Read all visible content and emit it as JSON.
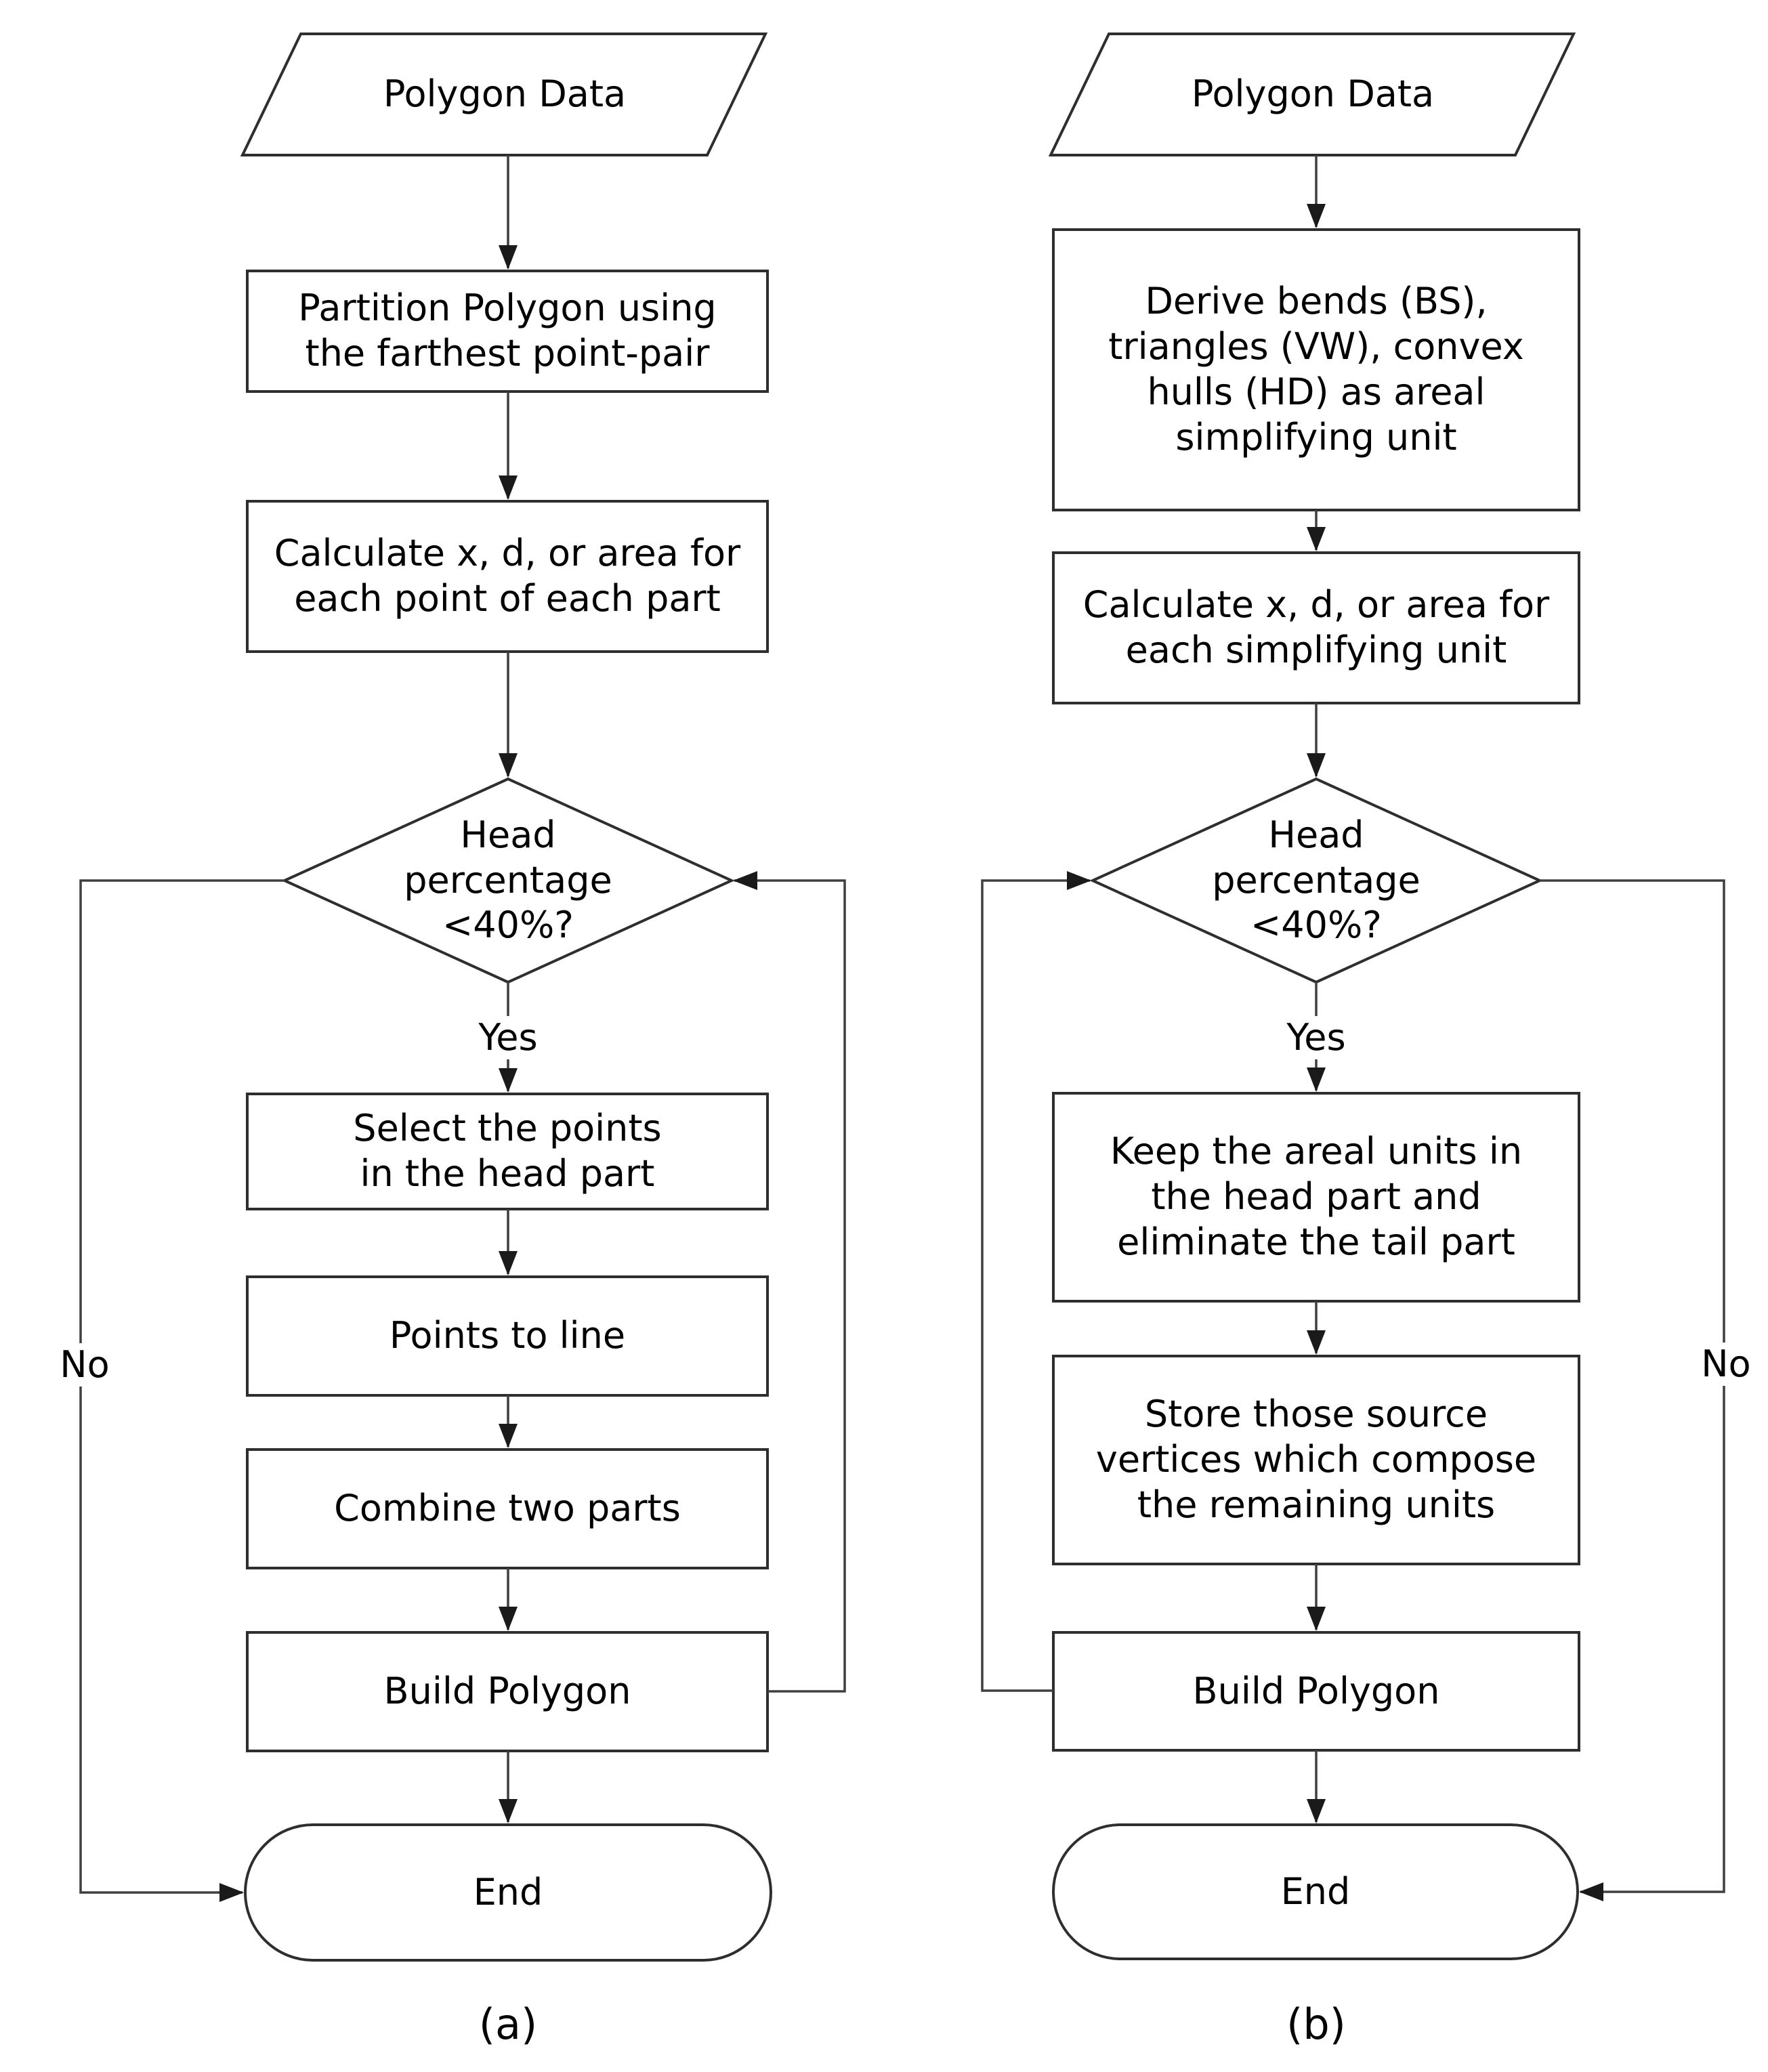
{
  "figure": {
    "charts": {
      "a": {
        "caption": "(a)",
        "input": "Polygon Data",
        "partition": "Partition Polygon using\nthe farthest point-pair",
        "calculate": "Calculate x, d, or area for\neach point of each part",
        "decision": "Head percentage\n<40%?",
        "yes_label": "Yes",
        "no_label": "No",
        "select": "Select the points\nin the head part",
        "points_to_line": "Points to line",
        "combine": "Combine two parts",
        "build": "Build Polygon",
        "end": "End"
      },
      "b": {
        "caption": "(b)",
        "input": "Polygon Data",
        "derive": "Derive bends (BS),\ntriangles (VW), convex\nhulls (HD) as areal\nsimplifying unit",
        "calculate": "Calculate x, d, or area for\neach simplifying unit",
        "decision": "Head percentage\n<40%?",
        "yes_label": "Yes",
        "no_label": "No",
        "keep": "Keep the areal units in\nthe head part and\neliminate the tail part",
        "store": "Store those source\nvertices which compose\nthe remaining units",
        "build": "Build Polygon",
        "end": "End"
      }
    },
    "colors": {
      "line": "#3f3f3f",
      "border": "#2e2e2e",
      "fill": "#ffffff",
      "text": "#000000",
      "arrow": "#1a1a1a"
    }
  }
}
